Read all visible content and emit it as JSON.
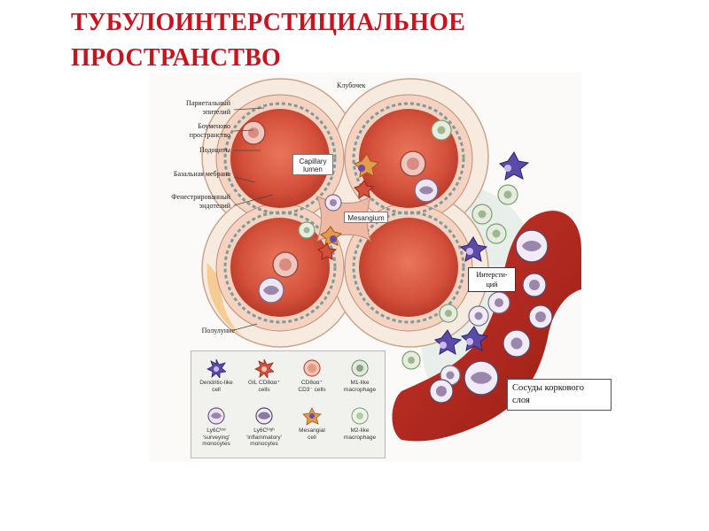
{
  "title": {
    "line1": "ТУБУЛОИНТЕРСТИЦИАЛЬНОЕ",
    "line2": "ПРОСТРАНСТВО"
  },
  "labels": {
    "glomerulus": "Клубочек",
    "parietal_epithelium_1": "Париетальный",
    "parietal_epithelium_2": "эпителий",
    "bowman_space_1": "Боуменово",
    "bowman_space_2": "пространство",
    "podocytes": "Подоциты",
    "basement_membrane": "Базальная мебрана",
    "fenestrated_endothelium_1": "Фенестрированный",
    "fenestrated_endothelium_2": "эндотелий",
    "crescent": "Полулуние",
    "interstitium_1": "Интерсти-",
    "interstitium_2": "ций",
    "cortical_vessels_1": "Сосуды коркового",
    "cortical_vessels_2": "слоя",
    "capillary_lumen_1": "Capillary",
    "capillary_lumen_2": "lumen",
    "mesangium": "Mesangium"
  },
  "legend": [
    {
      "icon": "dendritic-cell-icon",
      "line1": "Dendritic-like",
      "line2": "cell",
      "line3": ""
    },
    {
      "icon": "gil-cd8-cell-icon",
      "line1": "GIL CD8αα⁺",
      "line2": "cells",
      "line3": ""
    },
    {
      "icon": "cd8-cd3-cell-icon",
      "line1": "CD8αα⁺",
      "line2": "CD3⁻ cells",
      "line3": ""
    },
    {
      "icon": "m1-macrophage-icon",
      "line1": "M1-like",
      "line2": "macrophage",
      "line3": ""
    },
    {
      "icon": "ly6c-low-monocyte-icon",
      "line1": "Ly6Cˡᵒʷ",
      "line2": "‘surveying’",
      "line3": "monocytes"
    },
    {
      "icon": "ly6c-high-monocyte-icon",
      "line1": "Ly6Cʰⁱᵍʰ",
      "line2": "‘inflammatory’",
      "line3": "monocytes"
    },
    {
      "icon": "mesangial-cell-icon",
      "line1": "Mesangial",
      "line2": "cell",
      "line3": ""
    },
    {
      "icon": "m2-macrophage-icon",
      "line1": "M2-like",
      "line2": "macrophage",
      "line3": ""
    }
  ],
  "colors": {
    "title": "#c8141e",
    "capillary": "#d9563e",
    "bowman_band": "#f5d7c8",
    "outer_capsule": "#f7ebe0",
    "vessel": "#b8291f",
    "dendritic": "#5b4aa8",
    "macrophage": "#7aa06d"
  }
}
